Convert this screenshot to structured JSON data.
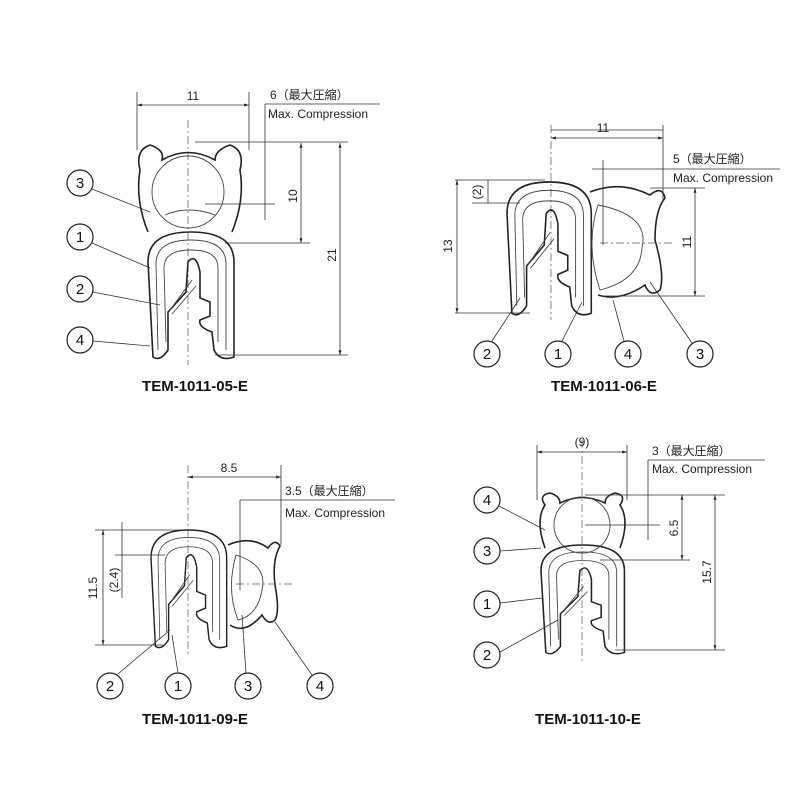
{
  "drawings": [
    {
      "title": "TEM-1011-05-E",
      "width_dim": "11",
      "compression": "6（最大圧縮）",
      "compression_en": "Max. Compression",
      "dim_a": "10",
      "dim_b": "21",
      "callouts": [
        "3",
        "1",
        "2",
        "4"
      ]
    },
    {
      "title": "TEM-1011-06-E",
      "width_dim": "11",
      "compression": "5（最大圧縮）",
      "compression_en": "Max. Compression",
      "dim_a": "(2)",
      "dim_b": "13",
      "dim_c": "11",
      "callouts": [
        "2",
        "1",
        "4",
        "3"
      ]
    },
    {
      "title": "TEM-1011-09-E",
      "width_dim": "8.5",
      "compression": "3.5（最大圧縮）",
      "compression_en": "Max. Compression",
      "dim_a": "(2.4)",
      "dim_b": "11.5",
      "callouts": [
        "2",
        "1",
        "3",
        "4"
      ]
    },
    {
      "title": "TEM-1011-10-E",
      "width_dim": "(9)",
      "compression": "3（最大圧縮）",
      "compression_en": "Max. Compression",
      "dim_a": "6.5",
      "dim_b": "15.7",
      "callouts": [
        "4",
        "3",
        "1",
        "2"
      ]
    }
  ]
}
